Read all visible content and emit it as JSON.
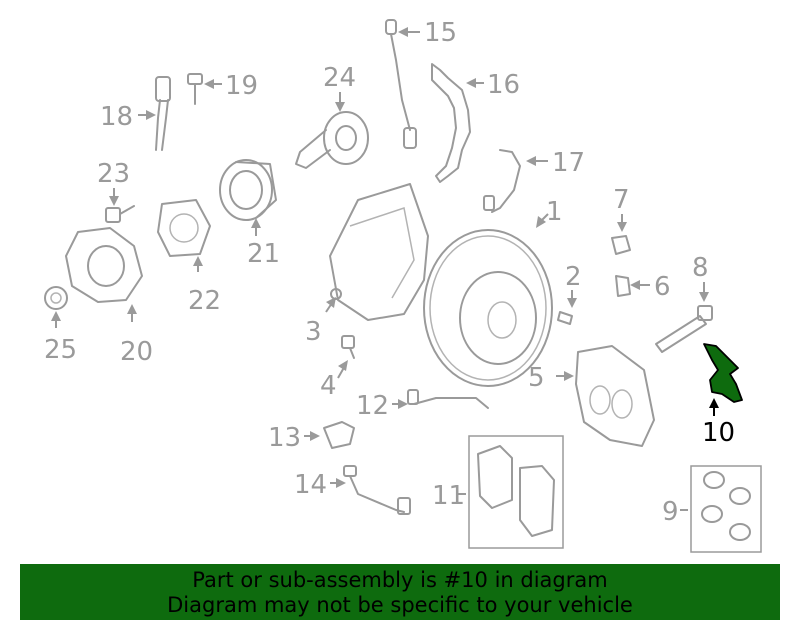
{
  "diagram": {
    "labels": {
      "p1": "1",
      "p2": "2",
      "p3": "3",
      "p4": "4",
      "p5": "5",
      "p6": "6",
      "p7": "7",
      "p8": "8",
      "p9": "9",
      "p10": "10",
      "p11": "11",
      "p12": "12",
      "p13": "13",
      "p14": "14",
      "p15": "15",
      "p16": "16",
      "p17": "17",
      "p18": "18",
      "p19": "19",
      "p20": "20",
      "p21": "21",
      "p22": "22",
      "p23": "23",
      "p24": "24",
      "p25": "25"
    },
    "highlight_part": "10",
    "highlight_color": "#0e6b0e",
    "line_color": "#9a9a9a"
  },
  "banner": {
    "line1": "Part or sub-assembly is #10 in diagram",
    "line2": "Diagram may not be specific to your vehicle",
    "background": "#0e6b0e"
  }
}
